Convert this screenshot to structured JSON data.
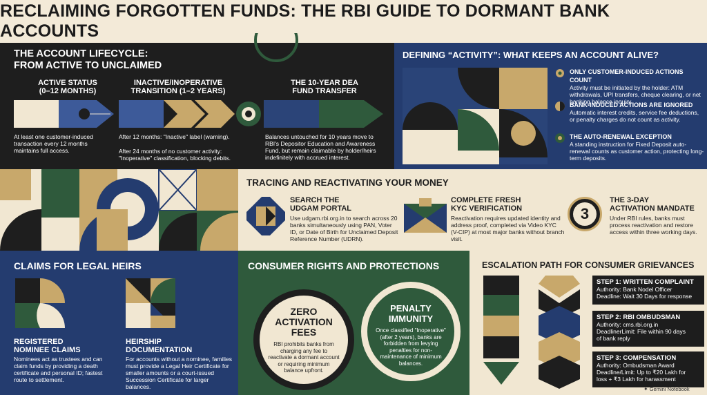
{
  "title": "RECLAIMING FORGOTTEN FUNDS: THE RBI GUIDE TO DORMANT BANK ACCOUNTS",
  "lifecycle": {
    "heading1": "THE ACCOUNT LIFECYCLE:",
    "heading2": "FROM ACTIVE TO UNCLAIMED",
    "stages": [
      {
        "title1": "ACTIVE STATUS",
        "title2": "(0–12 MONTHS)",
        "desc": "At least one customer-induced transaction every 12 months maintains full access."
      },
      {
        "title1": "INACTIVE/INOPERATIVE",
        "title2": "TRANSITION (1–2 YEARS)",
        "desc": "After 12 months: \"Inactive\" label (warning).",
        "desc2": "After 24 months of no customer activity: \"Inoperative\" classification, blocking debits."
      },
      {
        "title1": "THE 10-YEAR DEA",
        "title2": "FUND TRANSFER",
        "desc": "Balances untouched for 10 years move to RBI's Depositor Education and Awareness Fund, but remain claimable by holder/heirs indefinitely with accrued interest."
      }
    ]
  },
  "activity": {
    "heading": "DEFINING “ACTIVITY”: WHAT KEEPS AN ACCOUNT ALIVE?",
    "items": [
      {
        "title": "ONLY CUSTOMER-INDUCED ACTIONS COUNT",
        "desc": "Activity must be initiated by the holder: ATM withdrawals, UPI transfers, cheque clearing, or net banking balance inquiry."
      },
      {
        "title": "BANK-INDUCED ACTIONS ARE IGNORED",
        "desc": "Automatic interest credits, service fee deductions, or penalty charges do not count as activity."
      },
      {
        "title": "THE AUTO-RENEWAL EXCEPTION",
        "desc": "A standing instruction for Fixed Deposit auto-renewal counts as customer action, protecting long-term deposits."
      }
    ]
  },
  "tracing": {
    "heading": "TRACING AND REACTIVATING YOUR MONEY",
    "items": [
      {
        "title1": "SEARCH THE",
        "title2": "UDGAM PORTAL",
        "desc": "Use udgam.rbi.org.in to search across 20 banks simultaneously using PAN, Voter ID, or Date of Birth for Unclaimed Deposit Reference Number (UDRN)."
      },
      {
        "title1": "COMPLETE FRESH",
        "title2": "KYC VERIFICATION",
        "desc": "Reactivation requires updated identity and address proof, completed via Video KYC (V-CIP) at most major banks without branch visit."
      },
      {
        "title1": "THE 3-DAY",
        "title2": "ACTIVATION MANDATE",
        "desc": "Under RBI rules, banks must process reactivation and restore access within three working days.",
        "badge": "3"
      }
    ]
  },
  "heirs": {
    "heading": "CLAIMS FOR LEGAL HEIRS",
    "items": [
      {
        "title1": "REGISTERED",
        "title2": "NOMINEE CLAIMS",
        "desc": "Nominees act as trustees and can claim funds by providing a death certificate and personal ID; fastest route to settlement."
      },
      {
        "title1": "HEIRSHIP",
        "title2": "DOCUMENTATION",
        "desc": "For accounts without a nominee, families must provide a Legal Heir Certificate for smaller amounts or a court-issued Succession Certificate for larger balances."
      }
    ]
  },
  "rights": {
    "heading": "CONSUMER RIGHTS AND PROTECTIONS",
    "items": [
      {
        "title1": "ZERO",
        "title2": "ACTIVATION",
        "title3": "FEES",
        "desc": "RBI prohibits banks from charging any fee to reactivate a dormant account or requiring minimum balance upfront."
      },
      {
        "title1": "PENALTY",
        "title2": "IMMUNITY",
        "title3": "",
        "desc": "Once classified \"Inoperative\" (after 2 years), banks are forbidden from levying penalties for non-maintenance of minimum balances."
      }
    ]
  },
  "escalation": {
    "heading": "ESCALATION PATH FOR CONSUMER GRIEVANCES",
    "steps": [
      {
        "title": "STEP 1: WRITTEN COMPLAINT",
        "l1": "Authority: Bank Nodel Officer",
        "l2": "Deadline: Wait 30 Days for response",
        "l3": ""
      },
      {
        "title": "STEP 2: RBI OMBUDSMAN",
        "l1": "Authority: cms.rbi.org.in",
        "l2": "DeadlinerLimit: File within 90 days",
        "l3": "of bank reply"
      },
      {
        "title": "STEP 3: COMPENSATION",
        "l1": "Authority: Ombudsman Award",
        "l2": "Deadline/Limit: Up to ₹20 Lakh for",
        "l3": "loss + ₹3 Lakh for harassment"
      }
    ]
  },
  "footer": "Gemini Notebook",
  "colors": {
    "navy": "#243c6f",
    "green": "#2f5a3c",
    "gold": "#c8a86b",
    "cream": "#f1e7d2",
    "dark": "#1e1e1e"
  }
}
